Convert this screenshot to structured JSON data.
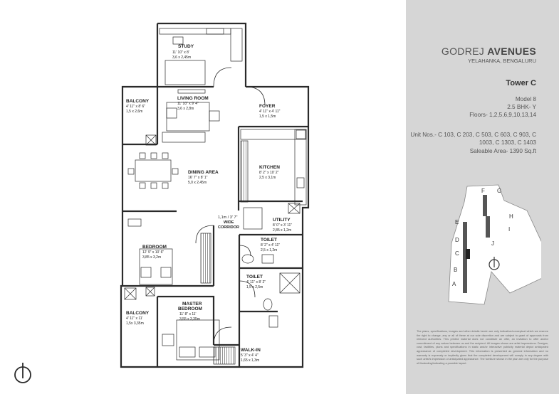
{
  "rooms": {
    "study": {
      "name": "STUDY",
      "imperial": "11' 10\" x 8'",
      "metric": "3,6 x 2,45m"
    },
    "balcony_top": {
      "name": "BALCONY",
      "imperial": "4' 11\" x 8' 6\"",
      "metric": "1,5 x 2,6m"
    },
    "living": {
      "name": "LIVING ROOM",
      "imperial": "11' 10\" x 9' 4\"",
      "metric": "3,6 x 2,8m"
    },
    "foyer": {
      "name": "FOYER",
      "imperial": "4' 11\" x 4' 11\"",
      "metric": "1,5 x 1,5m"
    },
    "kitchen": {
      "name": "KITCHEN",
      "imperial": "8' 2\" x 10' 2\"",
      "metric": "2,5 x 3,1m"
    },
    "dining": {
      "name": "DINING AREA",
      "imperial": "16' 7\" x 8' 1\"",
      "metric": "5,0 x 2,45m"
    },
    "utility": {
      "name": "UTILITY",
      "imperial": "8' 0\" x 3' 11\"",
      "metric": "2,85 x 1,2m"
    },
    "corridor": {
      "line1": "1,1m / 3' 7\"",
      "line2": "WIDE",
      "line3": "CORRIDOR"
    },
    "bedroom": {
      "name": "BEDROOM",
      "imperial": "12' 9\" x 10' 6\"",
      "metric": "3,85 x 3,2m"
    },
    "toilet1": {
      "name": "TOILET",
      "imperial": "8' 2\" x 4' 11\"",
      "metric": "2,5 x 1,2m"
    },
    "toilet2": {
      "name": "TOILET",
      "imperial": "4' 11\" x 8' 2\"",
      "metric": "1,5 x 2,5m"
    },
    "balcony_bottom": {
      "name": "BALCONY",
      "imperial": "4' 11\" x 11'",
      "metric": "1,5x 3,35m"
    },
    "master": {
      "name1": "MASTER",
      "name2": "BEDROOM",
      "imperial": "11' 8\" x 11'",
      "metric": "3,55 x 3,35m"
    },
    "walkin": {
      "name": "WALK-IN",
      "imperial": "5' 3\" x 4' 4\"",
      "metric": "1,65 x 1,3m"
    }
  },
  "brand": {
    "name_light": "GODREJ ",
    "name_bold": "AVENUES",
    "location": "YELAHANKA, BENGALURU"
  },
  "tower": "Tower C",
  "model": "Model 8",
  "bhk": "2.5 BHK- Y",
  "floors": "Floors- 1,2,5,6,9,10,13,14",
  "units": "Unit Nos.- C 103, C 203, C 503, C 603, C 903, C 1003, C 1303, C 1403",
  "saleable_area": "Saleable Area- 1390 Sq.ft",
  "keyplan_labels": [
    "A",
    "B",
    "C",
    "D",
    "E",
    "F",
    "G",
    "H",
    "I",
    "J"
  ],
  "disclaimer": "The plans, specifications, images and other details herein are only indicative/conceptual which we reserve the right to change, any or all of these at our sole discretion and are subject to grant of approvals from relevant authorities. This printed material does not constitute an offer, an invitation to offer and/or commitment of any nature between us and the recipient. All images shown are artist impressions. Designs, cost, facilities, plans and specifications in static and/or interactive publicity material depict anticipated appearance of completed development. This information is presented as general information and no warranty is expressly or impliedly given that the completed development will comply in any degree with such artist's impression or anticipated appearance. The furniture shown in the plan are only for the purpose of illustrating/indicating a possible layout.",
  "colors": {
    "panel": "#d6d6d6",
    "wall": "#2a2a2a",
    "ink": "#222222",
    "keyplan": "#ffffff"
  }
}
